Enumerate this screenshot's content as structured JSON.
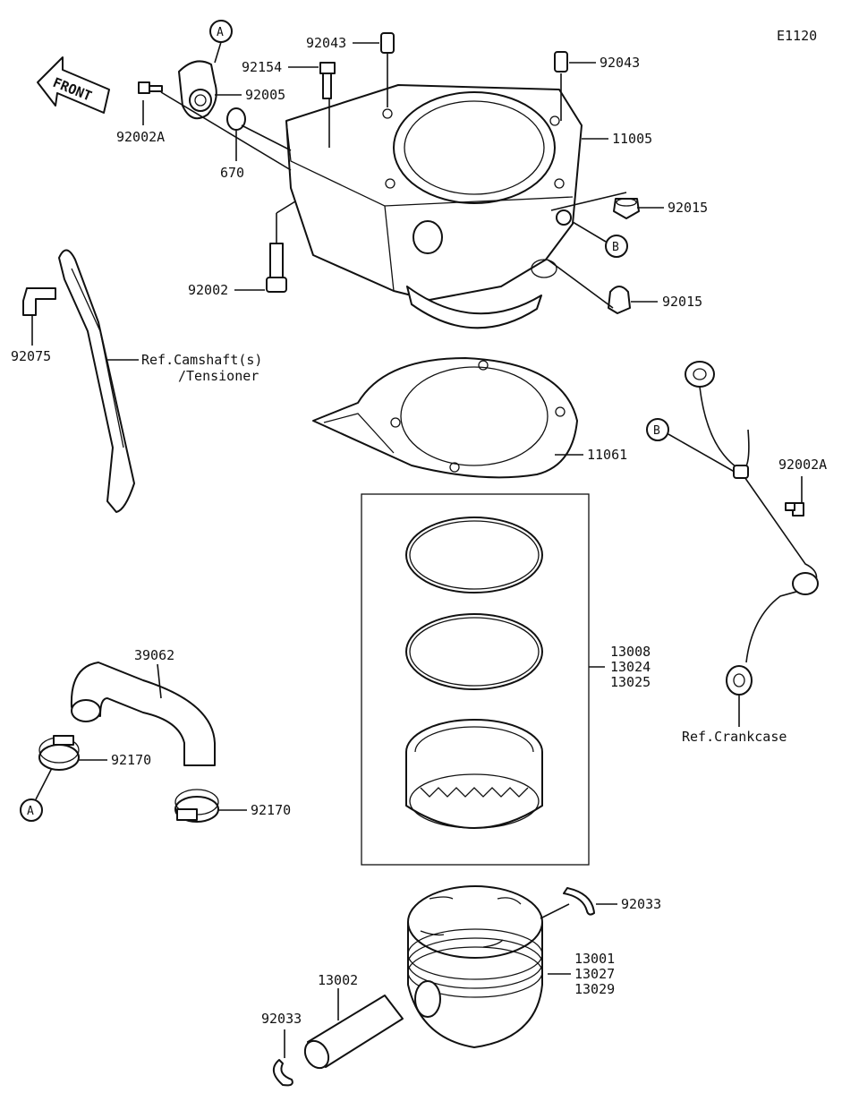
{
  "diagram": {
    "code": "E1120",
    "front_label": "FRONT",
    "callouts": {
      "A_top": "A",
      "A_bottom": "A",
      "B_cyl": "B",
      "B_pipe": "B"
    },
    "labels": {
      "p92043_a": "92043",
      "p92043_b": "92043",
      "p92154": "92154",
      "p92005": "92005",
      "p92002A_a": "92002A",
      "p670": "670",
      "p11005": "11005",
      "p92015_a": "92015",
      "p92015_b": "92015",
      "p92002": "92002",
      "p92075": "92075",
      "ref_camshaft_1": "Ref.Camshaft(s)",
      "ref_camshaft_2": "/Tensioner",
      "p11061": "11061",
      "p92002A_b": "92002A",
      "ref_crankcase": "Ref.Crankcase",
      "rings_1": "13008",
      "rings_2": "13024",
      "rings_3": "13025",
      "p39062": "39062",
      "p92170_a": "92170",
      "p92170_b": "92170",
      "p92033_a": "92033",
      "p92033_b": "92033",
      "piston_1": "13001",
      "piston_2": "13027",
      "piston_3": "13029",
      "p13002": "13002"
    }
  }
}
